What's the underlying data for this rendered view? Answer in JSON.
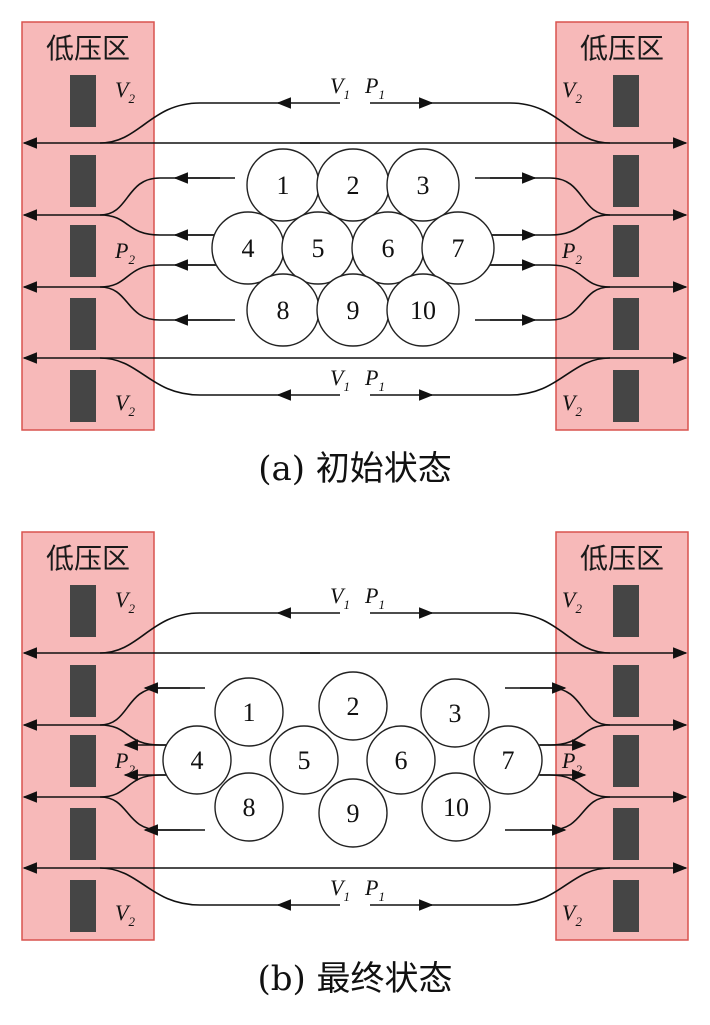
{
  "panels": [
    {
      "id": "a",
      "caption": "(a)  初始状态",
      "left_zone_label": "低压区",
      "right_zone_label": "低压区",
      "circles": [
        "1",
        "2",
        "3",
        "4",
        "5",
        "6",
        "7",
        "8",
        "9",
        "10"
      ],
      "labels": {
        "v1": "V",
        "v1_sub": "1",
        "p1": "P",
        "p1_sub": "1",
        "v2": "V",
        "v2_sub": "2",
        "p2": "P",
        "p2_sub": "2"
      }
    },
    {
      "id": "b",
      "caption": "(b)  最终状态",
      "left_zone_label": "低压区",
      "right_zone_label": "低压区",
      "circles": [
        "1",
        "2",
        "3",
        "4",
        "5",
        "6",
        "7",
        "8",
        "9",
        "10"
      ],
      "labels": {
        "v1": "V",
        "v1_sub": "1",
        "p1": "P",
        "p1_sub": "1",
        "v2": "V",
        "v2_sub": "2",
        "p2": "P",
        "p2_sub": "2"
      }
    }
  ],
  "colors": {
    "zone_fill": "#f7b9b9",
    "zone_stroke": "#d9534f",
    "block_fill": "#454545",
    "line": "#111111"
  }
}
